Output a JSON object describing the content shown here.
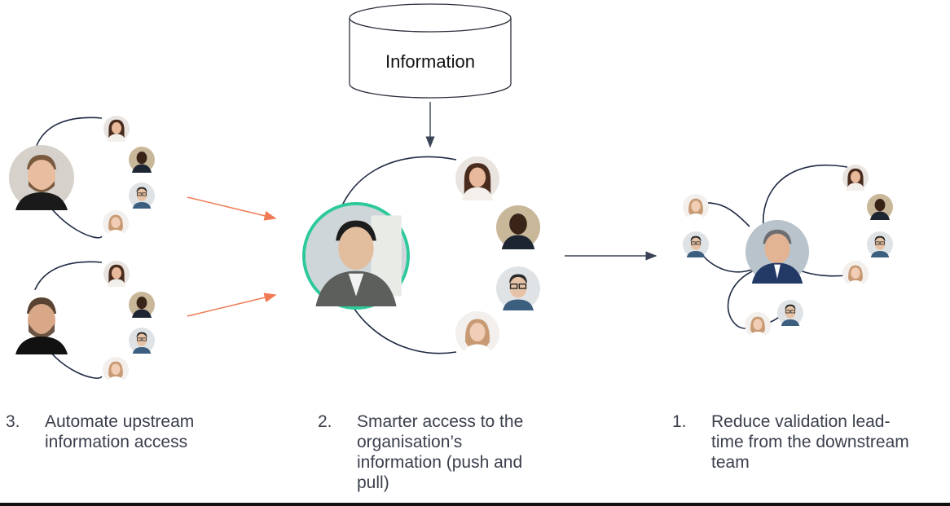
{
  "database": {
    "label": "Information"
  },
  "steps": [
    {
      "number": "3.",
      "lines": [
        "Automate upstream",
        "information access"
      ]
    },
    {
      "number": "2.",
      "lines": [
        "Smarter access to the",
        "organisation’s",
        "information (push and",
        "pull)"
      ]
    },
    {
      "number": "1.",
      "lines": [
        "Reduce validation lead-",
        "time from the downstream",
        "team"
      ]
    }
  ],
  "colors": {
    "line": "#1f2a44",
    "upstream_arrow": "#f07a54",
    "hub_ring": "#2ec99a",
    "separator": "#111111"
  },
  "icons": [
    "person-avatar-icon",
    "database-cylinder-icon",
    "arrow-right-icon"
  ]
}
